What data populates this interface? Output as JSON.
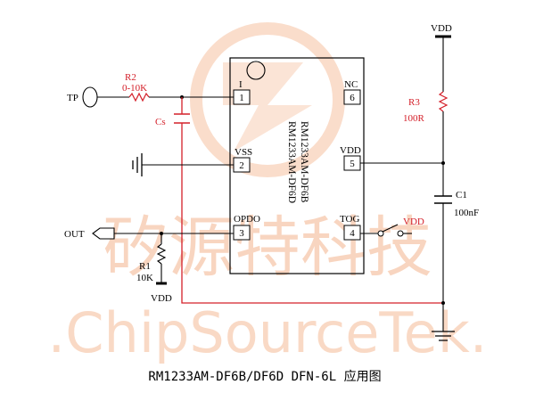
{
  "watermark": {
    "chinese": "矽源特科技",
    "english": ".ChipSourceTek.",
    "color": "#f4b48d"
  },
  "chip": {
    "name_line1": "RM1233AM-DF6B",
    "name_line2": "RM1233AM-DF6D",
    "pins": [
      {
        "num": "1",
        "label": "I"
      },
      {
        "num": "2",
        "label": "VSS"
      },
      {
        "num": "3",
        "label": "OPDO"
      },
      {
        "num": "4",
        "label": "TOG"
      },
      {
        "num": "5",
        "label": "VDD"
      },
      {
        "num": "6",
        "label": "NC"
      }
    ]
  },
  "components": {
    "tp_label": "TP",
    "r2_name": "R2",
    "r2_value": "0-10K",
    "cs_name": "Cs",
    "r3_name": "R3",
    "r3_value": "100R",
    "c1_name": "C1",
    "c1_value": "100nF",
    "r1_name": "R1",
    "r1_value": "10K",
    "out_label": "OUT",
    "vdd_top": "VDD",
    "vdd_switch": "VDD",
    "vdd_bottom": "VDD"
  },
  "caption": "RM1233AM-DF6B/DF6D DFN-6L 应用图",
  "colors": {
    "wire": "#000000",
    "red_wire": "#d4202a",
    "watermark": "#f4b48d"
  }
}
